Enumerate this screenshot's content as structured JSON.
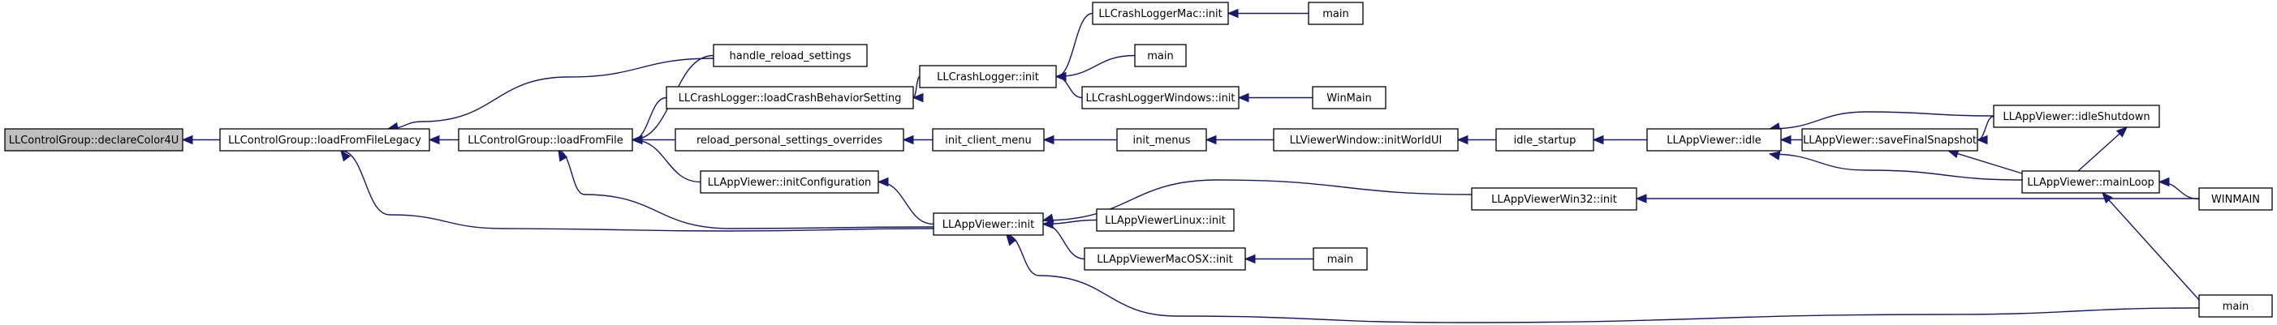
{
  "graph": {
    "root": "declare",
    "colors": {
      "edge": "#191970",
      "root_fill": "#bfbfbf",
      "node_fill": "#ffffff",
      "node_border": "#000000"
    },
    "nodes": [
      {
        "id": "declare",
        "label": "LLControlGroup::declareColor4U"
      },
      {
        "id": "legacy",
        "label": "LLControlGroup::loadFromFileLegacy"
      },
      {
        "id": "loadfile",
        "label": "LLControlGroup::loadFromFile"
      },
      {
        "id": "handle_reload",
        "label": "handle_reload_settings"
      },
      {
        "id": "crash_loadsetting",
        "label": "LLCrashLogger::loadCrashBehaviorSetting"
      },
      {
        "id": "reload_overrides",
        "label": "reload_personal_settings_overrides"
      },
      {
        "id": "initconfig",
        "label": "LLAppViewer::initConfiguration"
      },
      {
        "id": "appinit",
        "label": "LLAppViewer::init"
      },
      {
        "id": "crash_init",
        "label": "LLCrashLogger::init"
      },
      {
        "id": "crash_mac",
        "label": "LLCrashLoggerMac::init"
      },
      {
        "id": "main_mac",
        "label": "main"
      },
      {
        "id": "main_crash",
        "label": "main"
      },
      {
        "id": "crash_win",
        "label": "LLCrashLoggerWindows::init"
      },
      {
        "id": "winmain_crash",
        "label": "WinMain"
      },
      {
        "id": "init_client_menu",
        "label": "init_client_menu"
      },
      {
        "id": "init_menus",
        "label": "init_menus"
      },
      {
        "id": "initworldui",
        "label": "LLViewerWindow::initWorldUI"
      },
      {
        "id": "idle_startup",
        "label": "idle_startup"
      },
      {
        "id": "idle",
        "label": "LLAppViewer::idle"
      },
      {
        "id": "savesnap",
        "label": "LLAppViewer::saveFinalSnapshot"
      },
      {
        "id": "idleshutdown",
        "label": "LLAppViewer::idleShutdown"
      },
      {
        "id": "mainloop",
        "label": "LLAppViewer::mainLoop"
      },
      {
        "id": "win32init",
        "label": "LLAppViewerWin32::init"
      },
      {
        "id": "winmain_app",
        "label": "WINMAIN"
      },
      {
        "id": "linuxinit",
        "label": "LLAppViewerLinux::init"
      },
      {
        "id": "macosxinit",
        "label": "LLAppViewerMacOSX::init"
      },
      {
        "id": "main_osx",
        "label": "main"
      },
      {
        "id": "main_app",
        "label": "main"
      }
    ],
    "edges": [
      {
        "from": "legacy",
        "to": "declare"
      },
      {
        "from": "loadfile",
        "to": "legacy"
      },
      {
        "from": "handle_reload",
        "to": "legacy"
      },
      {
        "from": "appinit",
        "to": "legacy"
      },
      {
        "from": "handle_reload",
        "to": "loadfile"
      },
      {
        "from": "crash_loadsetting",
        "to": "loadfile"
      },
      {
        "from": "reload_overrides",
        "to": "loadfile"
      },
      {
        "from": "initconfig",
        "to": "loadfile"
      },
      {
        "from": "appinit",
        "to": "loadfile"
      },
      {
        "from": "crash_init",
        "to": "crash_loadsetting"
      },
      {
        "from": "crash_mac",
        "to": "crash_init"
      },
      {
        "from": "main_crash",
        "to": "crash_init"
      },
      {
        "from": "crash_win",
        "to": "crash_init"
      },
      {
        "from": "main_mac",
        "to": "crash_mac"
      },
      {
        "from": "winmain_crash",
        "to": "crash_win"
      },
      {
        "from": "init_client_menu",
        "to": "reload_overrides"
      },
      {
        "from": "init_menus",
        "to": "init_client_menu"
      },
      {
        "from": "initworldui",
        "to": "init_menus"
      },
      {
        "from": "idle_startup",
        "to": "initworldui"
      },
      {
        "from": "idle",
        "to": "idle_startup"
      },
      {
        "from": "savesnap",
        "to": "idle"
      },
      {
        "from": "idleshutdown",
        "to": "idle"
      },
      {
        "from": "mainloop",
        "to": "idle"
      },
      {
        "from": "idleshutdown",
        "to": "savesnap"
      },
      {
        "from": "mainloop",
        "to": "savesnap"
      },
      {
        "from": "mainloop",
        "to": "idleshutdown"
      },
      {
        "from": "winmain_app",
        "to": "mainloop"
      },
      {
        "from": "main_app",
        "to": "mainloop"
      },
      {
        "from": "appinit",
        "to": "initconfig"
      },
      {
        "from": "win32init",
        "to": "appinit"
      },
      {
        "from": "linuxinit",
        "to": "appinit"
      },
      {
        "from": "macosxinit",
        "to": "appinit"
      },
      {
        "from": "main_app",
        "to": "appinit"
      },
      {
        "from": "winmain_app",
        "to": "win32init"
      },
      {
        "from": "main_osx",
        "to": "macosxinit"
      }
    ]
  }
}
